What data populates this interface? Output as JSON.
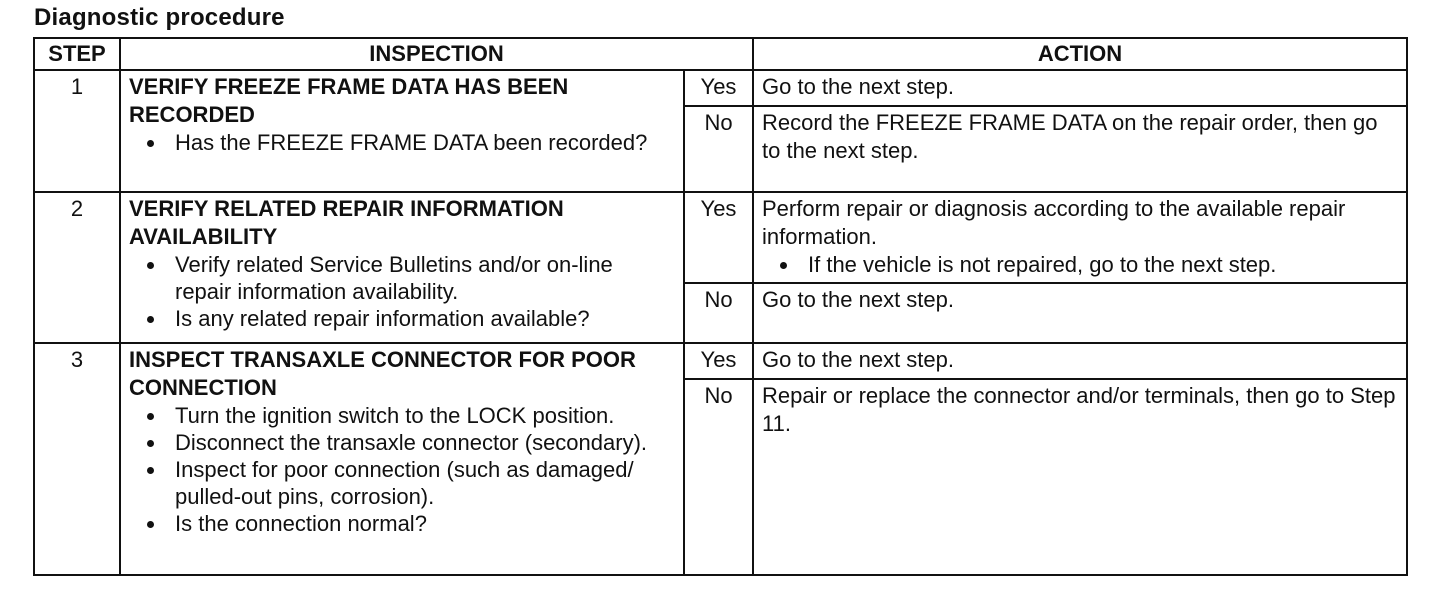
{
  "title": "Diagnostic procedure",
  "headers": {
    "step": "STEP",
    "inspection": "INSPECTION",
    "action": "ACTION"
  },
  "rows": [
    {
      "step": "1",
      "heading": "VERIFY FREEZE FRAME DATA HAS BEEN RECORDED",
      "bullets": [
        "Has the FREEZE FRAME DATA been recorded?"
      ],
      "yes_label": "Yes",
      "yes_action": "Go to the next step.",
      "no_label": "No",
      "no_action": "Record the FREEZE FRAME DATA on the repair order, then go to the next step."
    },
    {
      "step": "2",
      "heading": "VERIFY RELATED REPAIR INFORMATION AVAILABILITY",
      "bullets": [
        "Verify related Service Bulletins and/or on-line repair information availability.",
        "Is any related repair information available?"
      ],
      "yes_label": "Yes",
      "yes_action": "Perform repair or diagnosis according to the available repair information.",
      "yes_action_bullet": "If the vehicle is not repaired, go to the next step.",
      "no_label": "No",
      "no_action": "Go to the next step."
    },
    {
      "step": "3",
      "heading": "INSPECT TRANSAXLE CONNECTOR FOR POOR CONNECTION",
      "bullets": [
        "Turn the ignition switch to the LOCK position.",
        "Disconnect the transaxle connector (secondary).",
        "Inspect for poor connection (such as damaged/ pulled-out pins, corrosion).",
        "Is the connection normal?"
      ],
      "yes_label": "Yes",
      "yes_action": "Go to the next step.",
      "no_label": "No",
      "no_action": "Repair or replace the connector and/or terminals, then go to Step 11."
    }
  ]
}
